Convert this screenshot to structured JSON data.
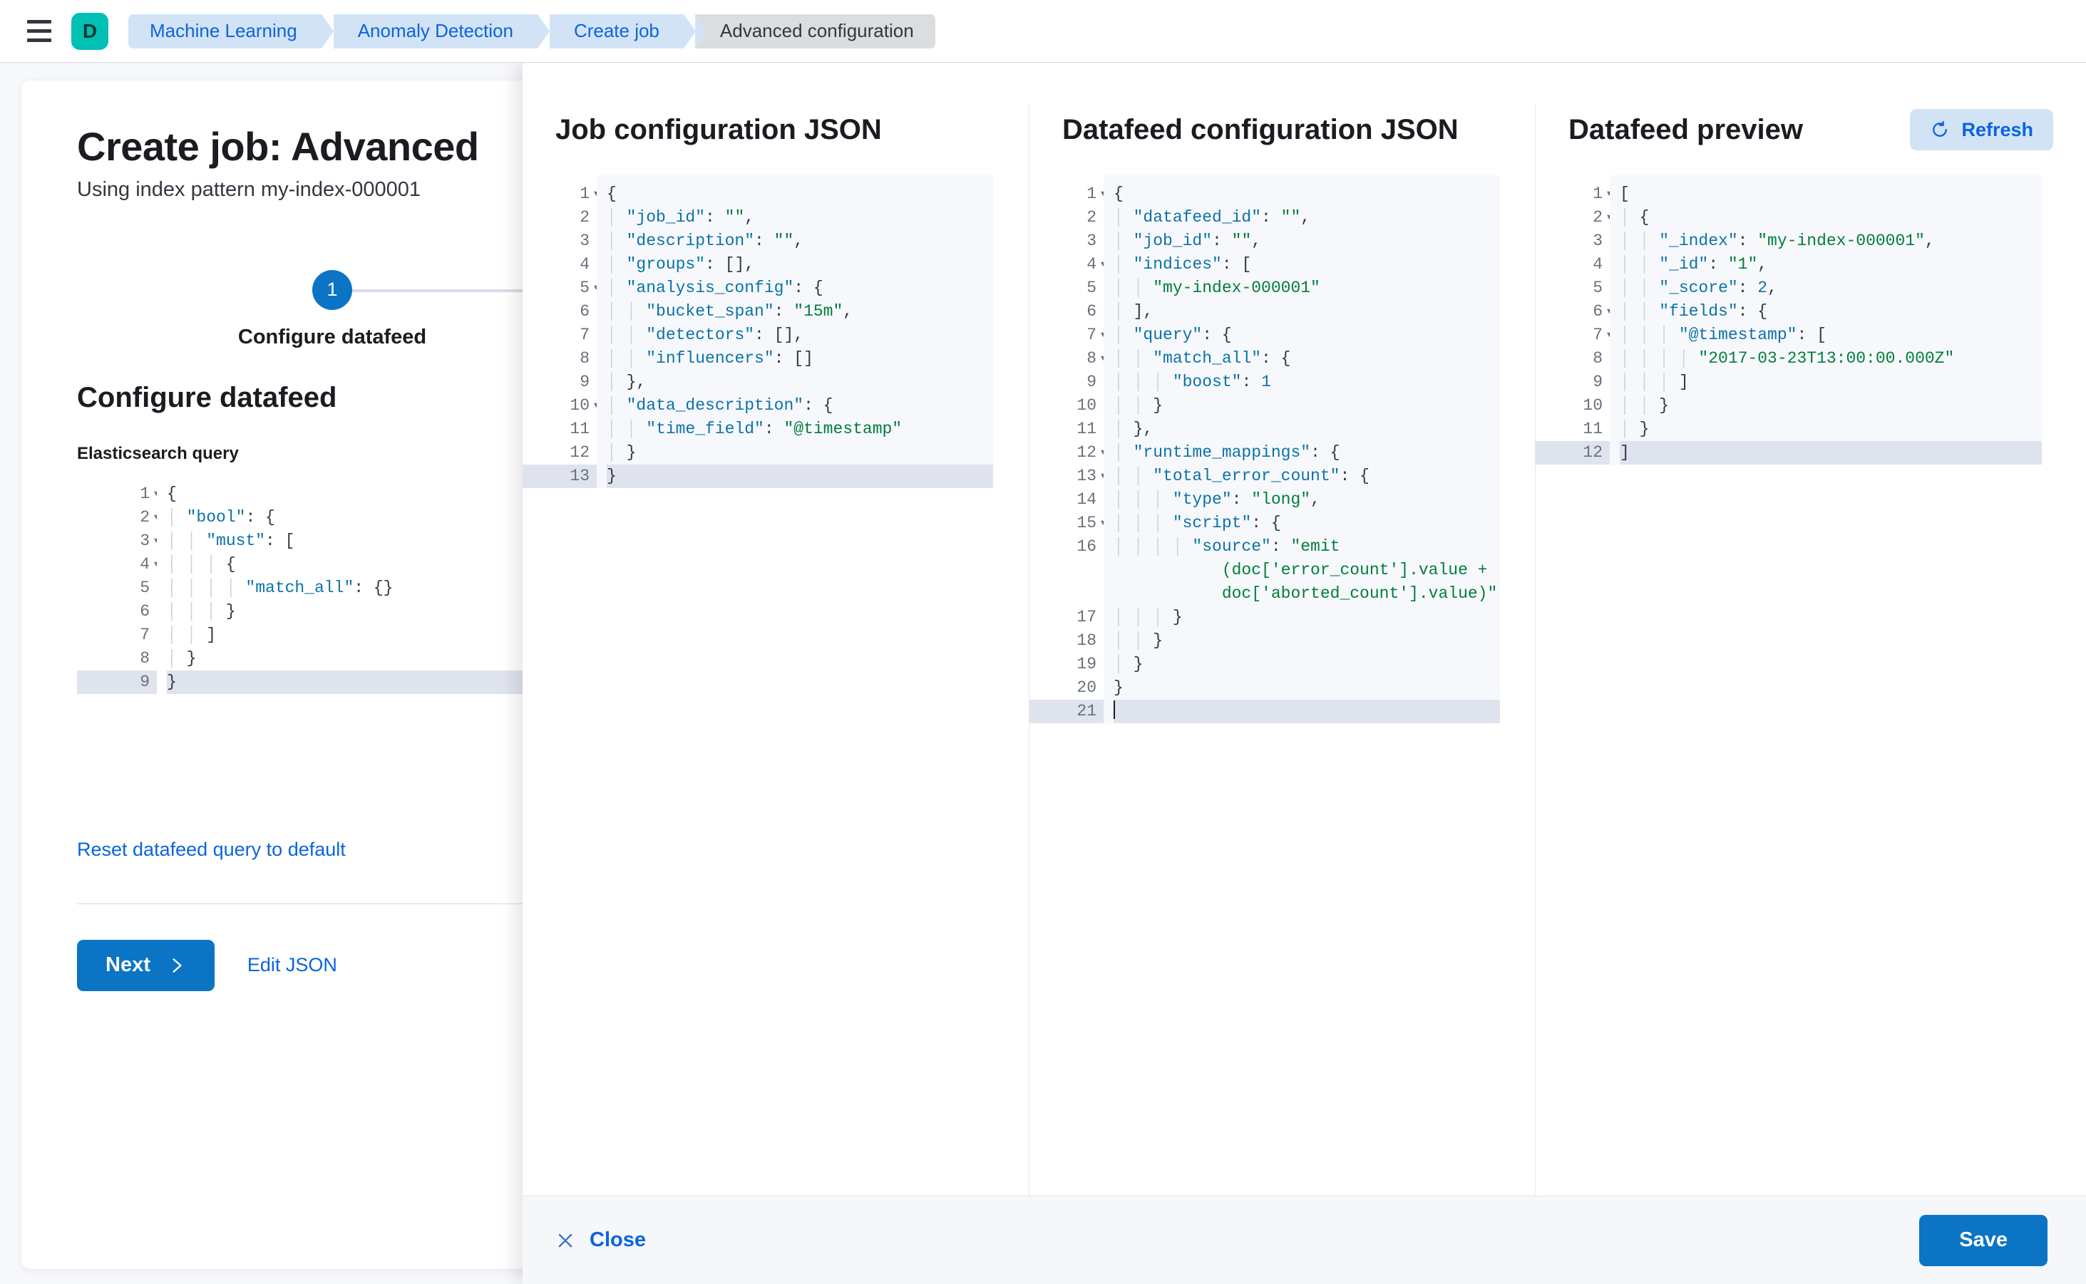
{
  "topbar": {
    "menu_icon": "hamburger-icon",
    "logo_letter": "D",
    "breadcrumbs": [
      {
        "label": "Machine Learning",
        "active": false
      },
      {
        "label": "Anomaly Detection",
        "active": false
      },
      {
        "label": "Create job",
        "active": false
      },
      {
        "label": "Advanced configuration",
        "active": true
      }
    ]
  },
  "page": {
    "title": "Create job: Advanced",
    "subtitle": "Using index pattern my-index-000001",
    "step_number": "1",
    "step_label": "Configure datafeed",
    "section_title": "Configure datafeed",
    "query_field_label": "Elasticsearch query",
    "reset_link": "Reset datafeed query to default",
    "next_label": "Next",
    "next_icon": "chevron-right-icon",
    "edit_json_label": "Edit JSON"
  },
  "es_query_editor": {
    "lines": [
      {
        "n": "1",
        "fold": true,
        "indent": 0,
        "tokens": [
          {
            "t": "p",
            "v": "{"
          }
        ]
      },
      {
        "n": "2",
        "fold": true,
        "indent": 1,
        "tokens": [
          {
            "t": "k",
            "v": "\"bool\""
          },
          {
            "t": "p",
            "v": ": {"
          }
        ]
      },
      {
        "n": "3",
        "fold": true,
        "indent": 2,
        "tokens": [
          {
            "t": "k",
            "v": "\"must\""
          },
          {
            "t": "p",
            "v": ": ["
          }
        ]
      },
      {
        "n": "4",
        "fold": true,
        "indent": 3,
        "tokens": [
          {
            "t": "p",
            "v": "{"
          }
        ]
      },
      {
        "n": "5",
        "fold": false,
        "indent": 4,
        "tokens": [
          {
            "t": "k",
            "v": "\"match_all\""
          },
          {
            "t": "p",
            "v": ": {}"
          }
        ]
      },
      {
        "n": "6",
        "fold": false,
        "indent": 3,
        "tokens": [
          {
            "t": "p",
            "v": "}"
          }
        ]
      },
      {
        "n": "7",
        "fold": false,
        "indent": 2,
        "tokens": [
          {
            "t": "p",
            "v": "]"
          }
        ]
      },
      {
        "n": "8",
        "fold": false,
        "indent": 1,
        "tokens": [
          {
            "t": "p",
            "v": "}"
          }
        ]
      },
      {
        "n": "9",
        "fold": false,
        "indent": 0,
        "highlight": true,
        "tokens": [
          {
            "t": "p",
            "v": "}"
          }
        ]
      }
    ]
  },
  "flyout": {
    "columns": [
      {
        "title": "Job configuration JSON",
        "refresh": null
      },
      {
        "title": "Datafeed configuration JSON",
        "refresh": null
      },
      {
        "title": "Datafeed preview",
        "refresh": "Refresh",
        "refresh_icon": "refresh-icon"
      }
    ],
    "close_label": "Close",
    "close_icon": "close-icon",
    "save_label": "Save"
  },
  "job_config_editor": {
    "lines": [
      {
        "n": "1",
        "fold": true,
        "indent": 0,
        "tokens": [
          {
            "t": "p",
            "v": "{"
          }
        ]
      },
      {
        "n": "2",
        "fold": false,
        "indent": 1,
        "tokens": [
          {
            "t": "k",
            "v": "\"job_id\""
          },
          {
            "t": "p",
            "v": ": "
          },
          {
            "t": "s",
            "v": "\"\""
          },
          {
            "t": "p",
            "v": ","
          }
        ]
      },
      {
        "n": "3",
        "fold": false,
        "indent": 1,
        "tokens": [
          {
            "t": "k",
            "v": "\"description\""
          },
          {
            "t": "p",
            "v": ": "
          },
          {
            "t": "s",
            "v": "\"\""
          },
          {
            "t": "p",
            "v": ","
          }
        ]
      },
      {
        "n": "4",
        "fold": false,
        "indent": 1,
        "tokens": [
          {
            "t": "k",
            "v": "\"groups\""
          },
          {
            "t": "p",
            "v": ": [],"
          }
        ]
      },
      {
        "n": "5",
        "fold": true,
        "indent": 1,
        "tokens": [
          {
            "t": "k",
            "v": "\"analysis_config\""
          },
          {
            "t": "p",
            "v": ": {"
          }
        ]
      },
      {
        "n": "6",
        "fold": false,
        "indent": 2,
        "tokens": [
          {
            "t": "k",
            "v": "\"bucket_span\""
          },
          {
            "t": "p",
            "v": ": "
          },
          {
            "t": "s",
            "v": "\"15m\""
          },
          {
            "t": "p",
            "v": ","
          }
        ]
      },
      {
        "n": "7",
        "fold": false,
        "indent": 2,
        "tokens": [
          {
            "t": "k",
            "v": "\"detectors\""
          },
          {
            "t": "p",
            "v": ": [],"
          }
        ]
      },
      {
        "n": "8",
        "fold": false,
        "indent": 2,
        "tokens": [
          {
            "t": "k",
            "v": "\"influencers\""
          },
          {
            "t": "p",
            "v": ": []"
          }
        ]
      },
      {
        "n": "9",
        "fold": false,
        "indent": 1,
        "tokens": [
          {
            "t": "p",
            "v": "},"
          }
        ]
      },
      {
        "n": "10",
        "fold": true,
        "indent": 1,
        "tokens": [
          {
            "t": "k",
            "v": "\"data_description\""
          },
          {
            "t": "p",
            "v": ": {"
          }
        ]
      },
      {
        "n": "11",
        "fold": false,
        "indent": 2,
        "tokens": [
          {
            "t": "k",
            "v": "\"time_field\""
          },
          {
            "t": "p",
            "v": ": "
          },
          {
            "t": "s",
            "v": "\"@timestamp\""
          }
        ]
      },
      {
        "n": "12",
        "fold": false,
        "indent": 1,
        "tokens": [
          {
            "t": "p",
            "v": "}"
          }
        ]
      },
      {
        "n": "13",
        "fold": false,
        "indent": 0,
        "highlight": true,
        "tokens": [
          {
            "t": "p",
            "v": "}"
          }
        ]
      }
    ]
  },
  "datafeed_config_editor": {
    "lines": [
      {
        "n": "1",
        "fold": true,
        "indent": 0,
        "tokens": [
          {
            "t": "p",
            "v": "{"
          }
        ]
      },
      {
        "n": "2",
        "fold": false,
        "indent": 1,
        "tokens": [
          {
            "t": "k",
            "v": "\"datafeed_id\""
          },
          {
            "t": "p",
            "v": ": "
          },
          {
            "t": "s",
            "v": "\"\""
          },
          {
            "t": "p",
            "v": ","
          }
        ]
      },
      {
        "n": "3",
        "fold": false,
        "indent": 1,
        "tokens": [
          {
            "t": "k",
            "v": "\"job_id\""
          },
          {
            "t": "p",
            "v": ": "
          },
          {
            "t": "s",
            "v": "\"\""
          },
          {
            "t": "p",
            "v": ","
          }
        ]
      },
      {
        "n": "4",
        "fold": true,
        "indent": 1,
        "tokens": [
          {
            "t": "k",
            "v": "\"indices\""
          },
          {
            "t": "p",
            "v": ": ["
          }
        ]
      },
      {
        "n": "5",
        "fold": false,
        "indent": 2,
        "tokens": [
          {
            "t": "s",
            "v": "\"my-index-000001\""
          }
        ]
      },
      {
        "n": "6",
        "fold": false,
        "indent": 1,
        "tokens": [
          {
            "t": "p",
            "v": "],"
          }
        ]
      },
      {
        "n": "7",
        "fold": true,
        "indent": 1,
        "tokens": [
          {
            "t": "k",
            "v": "\"query\""
          },
          {
            "t": "p",
            "v": ": {"
          }
        ]
      },
      {
        "n": "8",
        "fold": true,
        "indent": 2,
        "tokens": [
          {
            "t": "k",
            "v": "\"match_all\""
          },
          {
            "t": "p",
            "v": ": {"
          }
        ]
      },
      {
        "n": "9",
        "fold": false,
        "indent": 3,
        "tokens": [
          {
            "t": "k",
            "v": "\"boost\""
          },
          {
            "t": "p",
            "v": ": "
          },
          {
            "t": "n",
            "v": "1"
          }
        ]
      },
      {
        "n": "10",
        "fold": false,
        "indent": 2,
        "tokens": [
          {
            "t": "p",
            "v": "}"
          }
        ]
      },
      {
        "n": "11",
        "fold": false,
        "indent": 1,
        "tokens": [
          {
            "t": "p",
            "v": "},"
          }
        ]
      },
      {
        "n": "12",
        "fold": true,
        "indent": 1,
        "tokens": [
          {
            "t": "k",
            "v": "\"runtime_mappings\""
          },
          {
            "t": "p",
            "v": ": {"
          }
        ]
      },
      {
        "n": "13",
        "fold": true,
        "indent": 2,
        "tokens": [
          {
            "t": "k",
            "v": "\"total_error_count\""
          },
          {
            "t": "p",
            "v": ": {"
          }
        ]
      },
      {
        "n": "14",
        "fold": false,
        "indent": 3,
        "tokens": [
          {
            "t": "k",
            "v": "\"type\""
          },
          {
            "t": "p",
            "v": ": "
          },
          {
            "t": "s",
            "v": "\"long\""
          },
          {
            "t": "p",
            "v": ","
          }
        ]
      },
      {
        "n": "15",
        "fold": true,
        "indent": 3,
        "tokens": [
          {
            "t": "k",
            "v": "\"script\""
          },
          {
            "t": "p",
            "v": ": {"
          }
        ]
      },
      {
        "n": "16",
        "fold": false,
        "indent": 4,
        "wrap": true,
        "tokens": [
          {
            "t": "k",
            "v": "\"source\""
          },
          {
            "t": "p",
            "v": ": "
          },
          {
            "t": "s",
            "v": "\"emit"
          }
        ],
        "wrapped": [
          {
            "t": "s",
            "v": "(doc['error_count'].value +"
          },
          {
            "t": "s",
            "v": "doc['aborted_count'].value)\""
          }
        ]
      },
      {
        "n": "17",
        "fold": false,
        "indent": 3,
        "tokens": [
          {
            "t": "p",
            "v": "}"
          }
        ]
      },
      {
        "n": "18",
        "fold": false,
        "indent": 2,
        "tokens": [
          {
            "t": "p",
            "v": "}"
          }
        ]
      },
      {
        "n": "19",
        "fold": false,
        "indent": 1,
        "tokens": [
          {
            "t": "p",
            "v": "}"
          }
        ]
      },
      {
        "n": "20",
        "fold": false,
        "indent": 0,
        "tokens": [
          {
            "t": "p",
            "v": "}"
          }
        ]
      },
      {
        "n": "21",
        "fold": false,
        "indent": 0,
        "highlight": true,
        "caret": true,
        "tokens": []
      }
    ]
  },
  "datafeed_preview_editor": {
    "lines": [
      {
        "n": "1",
        "fold": true,
        "indent": 0,
        "tokens": [
          {
            "t": "p",
            "v": "["
          }
        ]
      },
      {
        "n": "2",
        "fold": true,
        "indent": 1,
        "tokens": [
          {
            "t": "p",
            "v": "{"
          }
        ]
      },
      {
        "n": "3",
        "fold": false,
        "indent": 2,
        "tokens": [
          {
            "t": "k",
            "v": "\"_index\""
          },
          {
            "t": "p",
            "v": ": "
          },
          {
            "t": "s",
            "v": "\"my-index-000001\""
          },
          {
            "t": "p",
            "v": ","
          }
        ]
      },
      {
        "n": "4",
        "fold": false,
        "indent": 2,
        "tokens": [
          {
            "t": "k",
            "v": "\"_id\""
          },
          {
            "t": "p",
            "v": ": "
          },
          {
            "t": "s",
            "v": "\"1\""
          },
          {
            "t": "p",
            "v": ","
          }
        ]
      },
      {
        "n": "5",
        "fold": false,
        "indent": 2,
        "tokens": [
          {
            "t": "k",
            "v": "\"_score\""
          },
          {
            "t": "p",
            "v": ": "
          },
          {
            "t": "n",
            "v": "2"
          },
          {
            "t": "p",
            "v": ","
          }
        ]
      },
      {
        "n": "6",
        "fold": true,
        "indent": 2,
        "tokens": [
          {
            "t": "k",
            "v": "\"fields\""
          },
          {
            "t": "p",
            "v": ": {"
          }
        ]
      },
      {
        "n": "7",
        "fold": true,
        "indent": 3,
        "tokens": [
          {
            "t": "k",
            "v": "\"@timestamp\""
          },
          {
            "t": "p",
            "v": ": ["
          }
        ]
      },
      {
        "n": "8",
        "fold": false,
        "indent": 4,
        "tokens": [
          {
            "t": "s",
            "v": "\"2017-03-23T13:00:00.000Z\""
          }
        ]
      },
      {
        "n": "9",
        "fold": false,
        "indent": 3,
        "tokens": [
          {
            "t": "p",
            "v": "]"
          }
        ]
      },
      {
        "n": "10",
        "fold": false,
        "indent": 2,
        "tokens": [
          {
            "t": "p",
            "v": "}"
          }
        ]
      },
      {
        "n": "11",
        "fold": false,
        "indent": 1,
        "tokens": [
          {
            "t": "p",
            "v": "}"
          }
        ]
      },
      {
        "n": "12",
        "fold": false,
        "indent": 0,
        "highlight": true,
        "tokens": [
          {
            "t": "p",
            "v": "]"
          }
        ]
      }
    ]
  },
  "colors": {
    "accent_blue": "#0b74c4",
    "link_blue": "#0b64dd",
    "brand_teal": "#00bfb3",
    "string_green": "#007e3a",
    "key_blue": "#0a73a8",
    "highlight_row": "#dfe3ed"
  }
}
